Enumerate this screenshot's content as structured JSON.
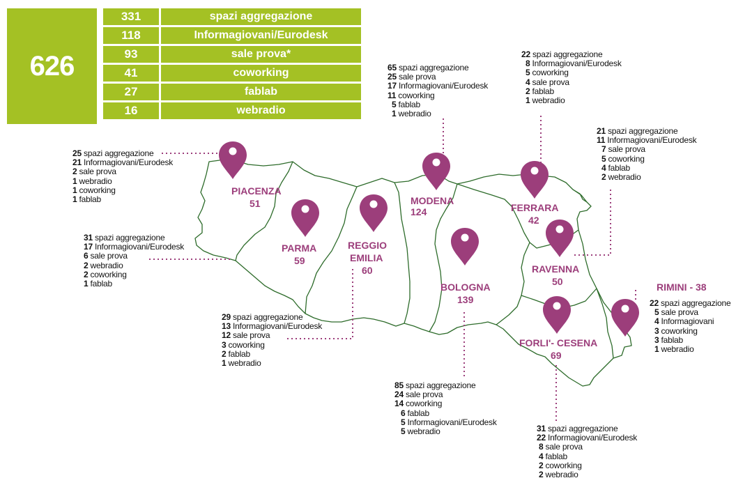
{
  "summary": {
    "total": "626",
    "rows": [
      {
        "count": "331",
        "label": "spazi aggregazione"
      },
      {
        "count": "118",
        "label": "Informagiovani/Eurodesk"
      },
      {
        "count": "93",
        "label": "sale prova*"
      },
      {
        "count": "41",
        "label": "coworking"
      },
      {
        "count": "27",
        "label": "fablab"
      },
      {
        "count": "16",
        "label": "webradio"
      }
    ]
  },
  "colors": {
    "green": "#a4c124",
    "magenta": "#9c3e7b",
    "border": "#2d6b2a"
  },
  "provinces": {
    "piacenza": {
      "name": "PIACENZA",
      "total": "51",
      "items": [
        [
          "25",
          "spazi aggregazione"
        ],
        [
          "21",
          "Informagiovani/Eurodesk"
        ],
        [
          "2",
          "sale prova"
        ],
        [
          "1",
          "webradio"
        ],
        [
          "1",
          "coworking"
        ],
        [
          "1",
          "fablab"
        ]
      ]
    },
    "parma": {
      "name": "PARMA",
      "total": "59",
      "items": [
        [
          "31",
          "spazi aggregazione"
        ],
        [
          "17",
          "Informagiovani/Eurodesk"
        ],
        [
          "6",
          "sale prova"
        ],
        [
          "2",
          "webradio"
        ],
        [
          "2",
          "coworking"
        ],
        [
          "1",
          "fablab"
        ]
      ]
    },
    "reggio": {
      "name1": "REGGIO",
      "name2": "EMILIA",
      "total": "60",
      "items": [
        [
          "29",
          "spazi aggregazione"
        ],
        [
          "13",
          "Informagiovani/Eurodesk"
        ],
        [
          "12",
          "sale prova"
        ],
        [
          "3",
          "coworking"
        ],
        [
          "2",
          "fablab"
        ],
        [
          "1",
          "webradio"
        ]
      ]
    },
    "modena": {
      "name": "MODENA",
      "total": "124",
      "items": [
        [
          "65",
          "spazi aggregazione"
        ],
        [
          "25",
          "sale prova"
        ],
        [
          "17",
          "Informagiovani/Eurodesk"
        ],
        [
          "11",
          "coworking"
        ],
        [
          "5",
          "fablab"
        ],
        [
          "1",
          "webradio"
        ]
      ]
    },
    "bologna": {
      "name": "BOLOGNA",
      "total": "139",
      "items": [
        [
          "85",
          "spazi aggregazione"
        ],
        [
          "24",
          "sale prova"
        ],
        [
          "14",
          "coworking"
        ],
        [
          "6",
          "fablab"
        ],
        [
          "5",
          "Informagiovani/Eurodesk"
        ],
        [
          "5",
          "webradio"
        ]
      ]
    },
    "ferrara": {
      "name": "FERRARA",
      "total": "42",
      "items": [
        [
          "22",
          "spazi aggregazione"
        ],
        [
          "8",
          "Informagiovani/Eurodesk"
        ],
        [
          "5",
          "coworking"
        ],
        [
          "4",
          "sale prova"
        ],
        [
          "2",
          "fablab"
        ],
        [
          "1",
          "webradio"
        ]
      ]
    },
    "ravenna": {
      "name": "RAVENNA",
      "total": "50",
      "items": [
        [
          "21",
          "spazi aggregazione"
        ],
        [
          "11",
          "Informagiovani/Eurodesk"
        ],
        [
          "7",
          "sale prova"
        ],
        [
          "5",
          "coworking"
        ],
        [
          "4",
          "fablab"
        ],
        [
          "2",
          "webradio"
        ]
      ]
    },
    "forli": {
      "name": "FORLI'- CESENA",
      "total": "69",
      "items": [
        [
          "31",
          "spazi aggregazione"
        ],
        [
          "22",
          "Informagiovani/Eurodesk"
        ],
        [
          "8",
          "sale prova"
        ],
        [
          "4",
          "fablab"
        ],
        [
          "2",
          "coworking"
        ],
        [
          "2",
          "webradio"
        ]
      ]
    },
    "rimini": {
      "name": "RIMINI - 38",
      "items": [
        [
          "22",
          "spazi aggregazione"
        ],
        [
          "5",
          "sale prova"
        ],
        [
          "4",
          "Informagiovani"
        ],
        [
          "3",
          "coworking"
        ],
        [
          "3",
          "fablab"
        ],
        [
          "1",
          "webradio"
        ]
      ]
    }
  }
}
